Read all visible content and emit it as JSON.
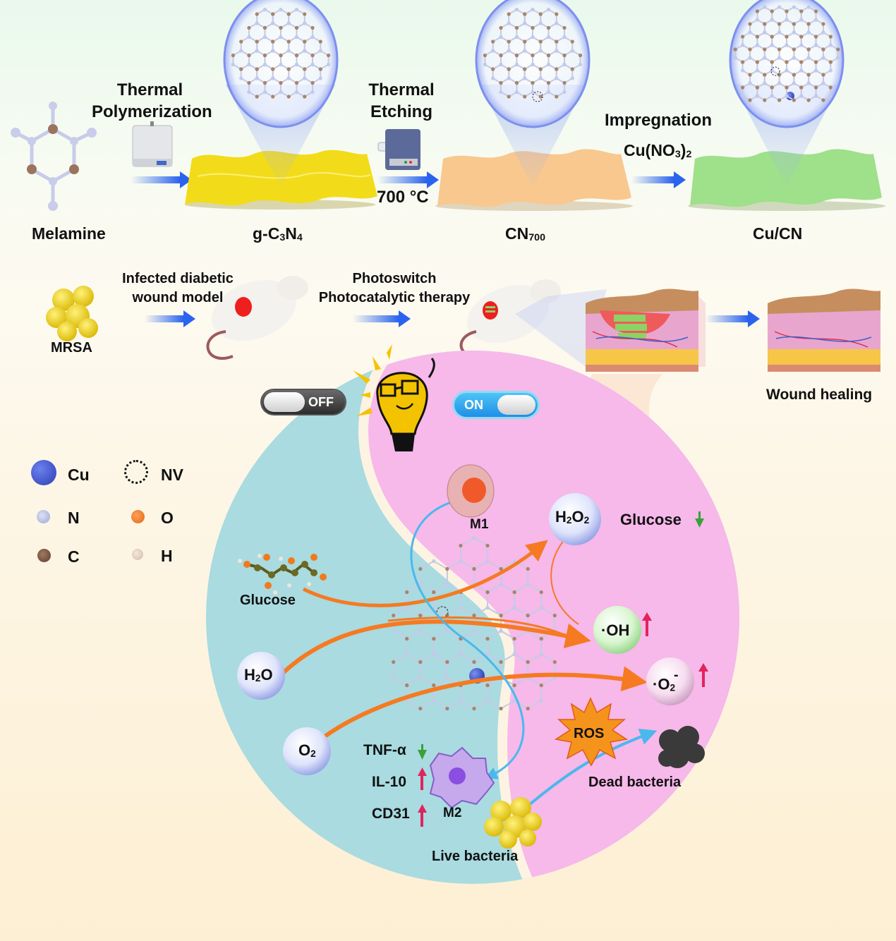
{
  "synthesis": {
    "steps": [
      {
        "label": "Melamine"
      },
      {
        "label": "g-C3N4",
        "parts": [
          "g-C",
          "3",
          "N",
          "4"
        ]
      },
      {
        "label": "CN700",
        "parts": [
          "CN",
          "700"
        ]
      },
      {
        "label": "Cu/CN"
      }
    ],
    "process_1": {
      "line1": "Thermal",
      "line2": "Polymerization"
    },
    "process_2": {
      "line1": "Thermal",
      "line2": "Etching",
      "temperature": "700 °C"
    },
    "process_3": {
      "line1": "Impregnation",
      "reagent_parts": [
        "Cu(NO",
        "3",
        ")",
        "2"
      ]
    },
    "sheet_colors": {
      "g_c3n4": "#f2dc1a",
      "cn700": "#f8c88e",
      "cu_cn": "#9fe08a"
    }
  },
  "therapy": {
    "bacteria_label": "MRSA",
    "step_1": {
      "line1": "Infected diabetic",
      "line2": "wound model"
    },
    "step_2": {
      "line1": "Photoswitch",
      "line2": "Photocatalytic therapy"
    },
    "result_label": "Wound healing"
  },
  "switches": {
    "off_label": "OFF",
    "on_label": "ON"
  },
  "legend": {
    "items": [
      {
        "symbol": "Cu",
        "label": "Cu",
        "color": "#3f56c9"
      },
      {
        "symbol": "NV",
        "label": "NV",
        "color": "#111111"
      },
      {
        "symbol": "N",
        "label": "N",
        "color": "#b9c0e4"
      },
      {
        "symbol": "O",
        "label": "O",
        "color": "#f07a1c"
      },
      {
        "symbol": "C",
        "label": "C",
        "color": "#7a5440"
      },
      {
        "symbol": "H",
        "label": "H",
        "color": "#e2cdbf"
      }
    ]
  },
  "mechanism": {
    "glucose_label": "Glucose",
    "h2o": [
      "H",
      "2",
      "O"
    ],
    "o2": [
      "O",
      "2"
    ],
    "m1_label": "M1",
    "h2o2": [
      "H",
      "2",
      "O",
      "2"
    ],
    "glucose_change": {
      "label": "Glucose",
      "direction": "down"
    },
    "oh_radical": {
      "label": "·OH",
      "direction": "up"
    },
    "superoxide": {
      "prefix": "·O",
      "sub": "2",
      "sup": "-",
      "direction": "up"
    },
    "ros_label": "ROS",
    "dead_bacteria_label": "Dead bacteria",
    "live_bacteria_label": "Live bacteria",
    "m2_label": "M2",
    "markers": [
      {
        "label": "TNF-α",
        "direction": "down"
      },
      {
        "label": "IL-10",
        "direction": "up"
      },
      {
        "label": "CD31",
        "direction": "up"
      }
    ],
    "colors": {
      "off_side": "#a9dbe0",
      "on_side": "#f7b8ea",
      "arrow_orange": "#f57a22",
      "arrow_blue": "#4bb8ec",
      "up_arrow": "#e0245e",
      "down_arrow": "#3aa03a"
    }
  }
}
